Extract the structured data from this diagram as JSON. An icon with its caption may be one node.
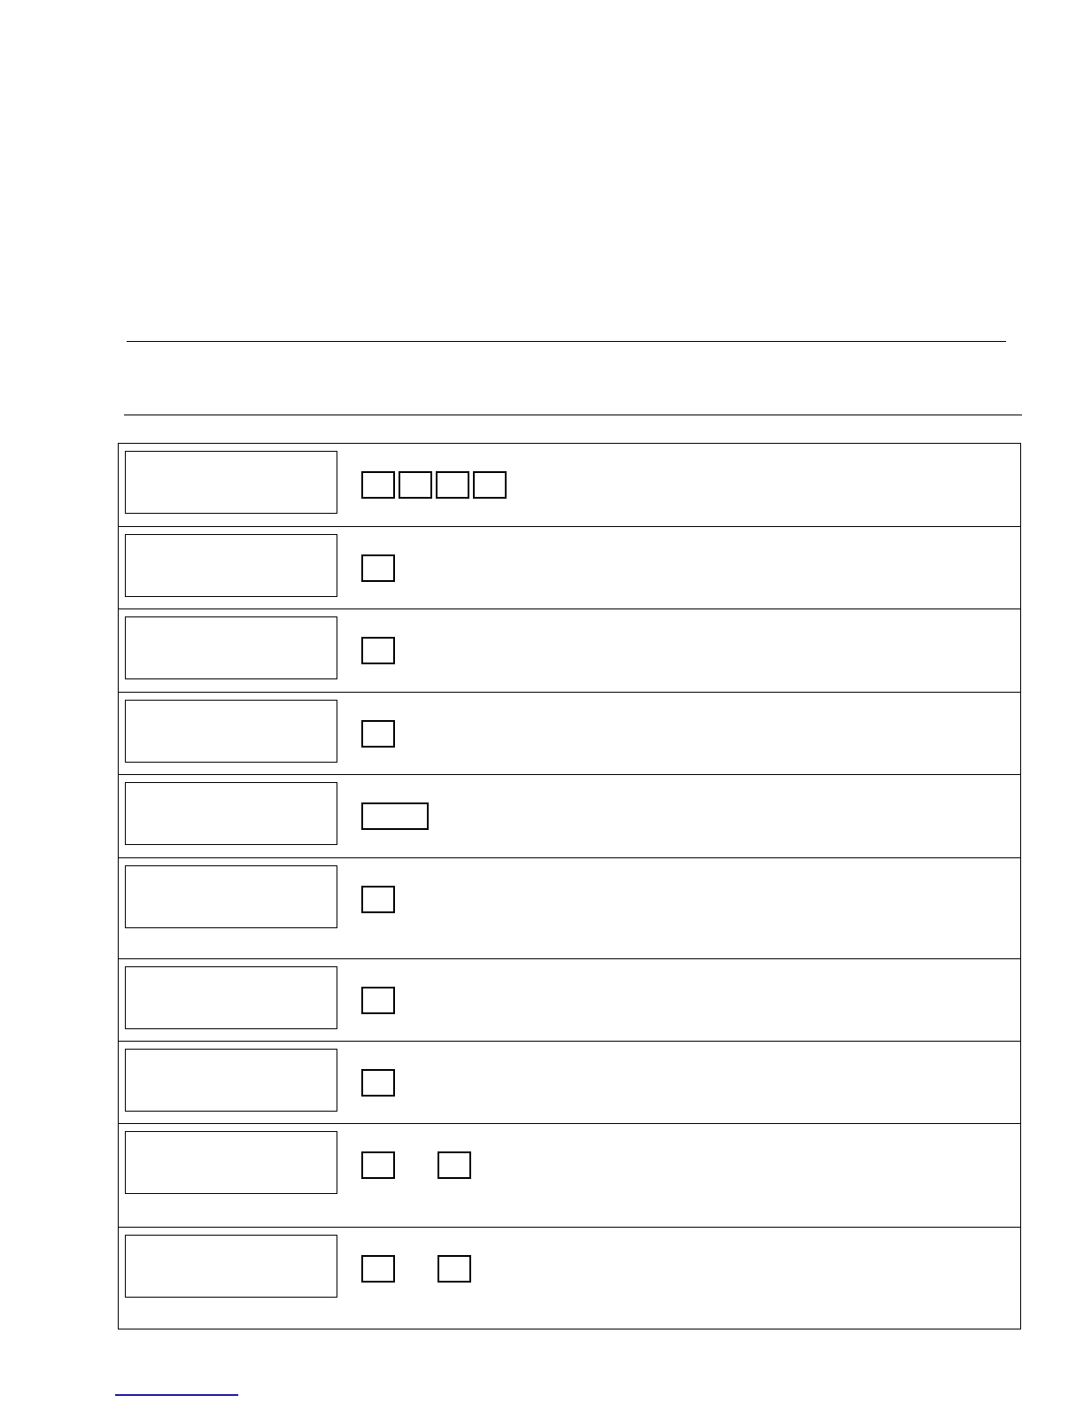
{
  "diagram": {
    "nodes": [
      {
        "text": [],
        "shape": "box"
      },
      {
        "text": [],
        "shape": "box",
        "in": 0
      },
      {
        "text": [],
        "shape": "box",
        "in": 0
      },
      {
        "text": [],
        "shape": "box",
        "in": 0
      },
      {
        "text": [],
        "shape": "box",
        "in": 0
      },
      {
        "text": [],
        "shape": "box",
        "in": 0
      },
      {
        "text": [],
        "shape": "box",
        "in": 0
      },
      {
        "text": [],
        "shape": "box",
        "in": 0
      },
      {
        "text": [],
        "shape": "box",
        "in": 0
      },
      {
        "text": [],
        "shape": "box",
        "in": 0
      },
      {
        "text": [],
        "shape": "box",
        "in": 0
      },
      {
        "text": [],
        "shape": "box",
        "in": 0
      },
      {
        "text": [],
        "shape": "box",
        "in": 0
      },
      {
        "text": [],
        "shape": "box",
        "in": 0
      },
      {
        "text": [],
        "shape": "box",
        "in": 0
      },
      {
        "text": [],
        "shape": "box",
        "in": 0
      },
      {
        "text": [],
        "shape": "box",
        "in": 0
      },
      {
        "text": [],
        "shape": "box",
        "in": 0
      },
      {
        "text": [],
        "shape": "box",
        "in": 0
      },
      {
        "text": [],
        "shape": "box",
        "in": 0
      },
      {
        "text": [],
        "shape": "box",
        "in": 0
      },
      {
        "text": [],
        "shape": "box",
        "in": 0
      },
      {
        "text": [],
        "shape": "box",
        "in": 0
      },
      {
        "text": [],
        "shape": "box",
        "in": 0
      },
      {
        "text": [],
        "shape": "box",
        "in": 0
      },
      {
        "text": [],
        "shape": "box",
        "in": 0
      }
    ]
  }
}
